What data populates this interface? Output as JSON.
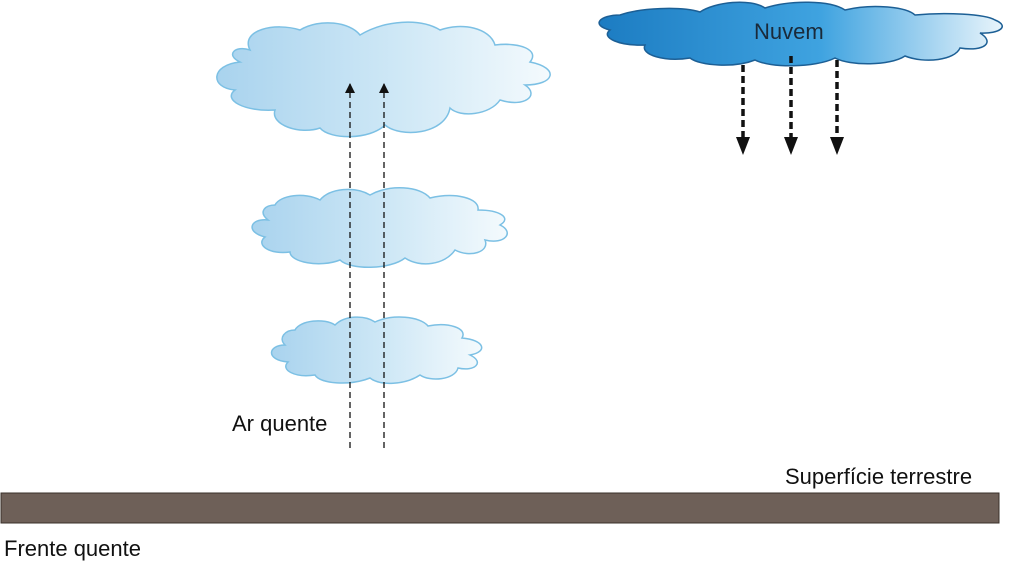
{
  "labels": {
    "warm_air": "Ar quente",
    "cloud": "Nuvem",
    "surface": "Superfície terrestre",
    "title": "Frente quente"
  },
  "colors": {
    "cloud_light_fill": "#bfe0f3",
    "cloud_light_stroke": "#7cc0e4",
    "cloud_dark_fill": "#2f8fd0",
    "cloud_dark_stroke": "#1c5f95",
    "ground": "#6e6058",
    "arrow": "#111111"
  },
  "icons": {
    "rising_air": "dashed-up-arrow",
    "rain": "dashed-down-arrow"
  }
}
